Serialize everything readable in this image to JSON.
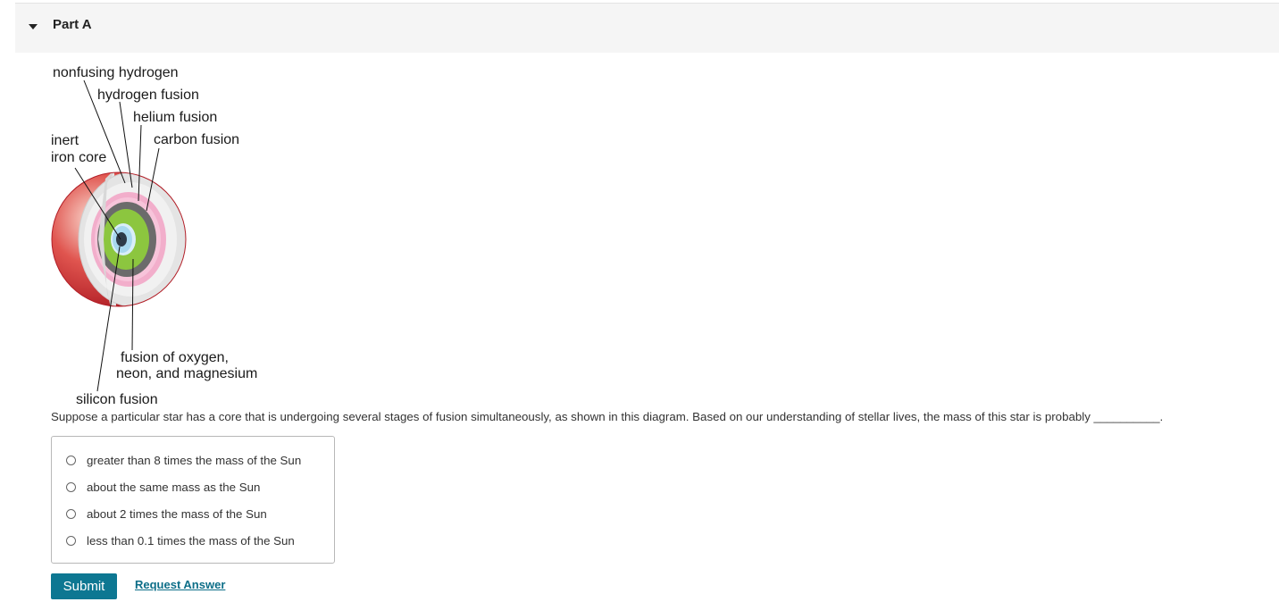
{
  "part": {
    "title": "Part A"
  },
  "diagram": {
    "labels": {
      "nonfusing_hydrogen": "nonfusing hydrogen",
      "hydrogen_fusion": "hydrogen fusion",
      "helium_fusion": "helium fusion",
      "carbon_fusion": "carbon fusion",
      "inert_line1": "inert",
      "inert_line2": "iron core",
      "oxygen_line1": "fusion of oxygen,",
      "oxygen_line2": "neon, and magnesium",
      "silicon_fusion": "silicon fusion"
    },
    "colors": {
      "star_surface": "#c8323a",
      "nonfusing_hydrogen": "#e2e2e2",
      "hydrogen_fusion": "#f2aecb",
      "helium_fusion": "#6b6b6b",
      "carbon_fusion": "#8cc63f",
      "silicon_fusion": "#a8d8ef",
      "iron_core": "#2d3a48"
    }
  },
  "question": {
    "text": "Suppose a particular star has a core that is undergoing several stages of fusion simultaneously, as shown in this diagram. Based on our understanding of stellar lives, the mass of this star is probably __________."
  },
  "options": [
    {
      "label": "greater than 8 times the mass of the Sun"
    },
    {
      "label": "about the same mass as the Sun"
    },
    {
      "label": "about 2 times the mass of the Sun"
    },
    {
      "label": "less than 0.1 times the mass of the Sun"
    }
  ],
  "actions": {
    "submit_label": "Submit",
    "request_answer_label": "Request Answer"
  }
}
